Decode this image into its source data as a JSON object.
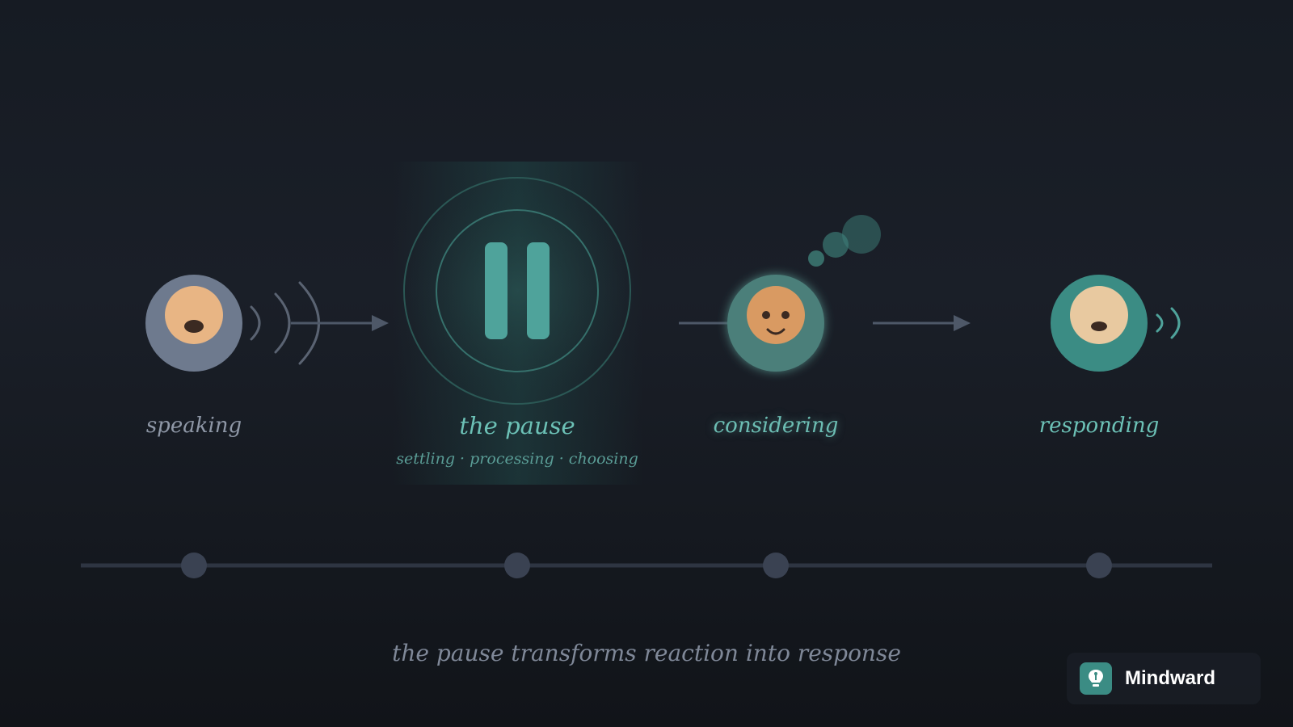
{
  "stages": [
    {
      "label": "speaking"
    },
    {
      "label": "the pause",
      "subtitle": "settling · processing · choosing"
    },
    {
      "label": "considering"
    },
    {
      "label": "responding"
    }
  ],
  "caption": "the pause transforms reaction into response",
  "brand": {
    "name": "Mindward",
    "icon": "lightbulb-icon"
  },
  "colors": {
    "background": "#161b23",
    "accent_teal": "#4fa39b",
    "skin": "#e8b584",
    "speaker_gray": "#6e7a8e",
    "muted_text": "#8e97a6",
    "timeline": "#2e3542",
    "timeline_node": "#3a4252"
  },
  "timeline": {
    "nodes": 4
  }
}
